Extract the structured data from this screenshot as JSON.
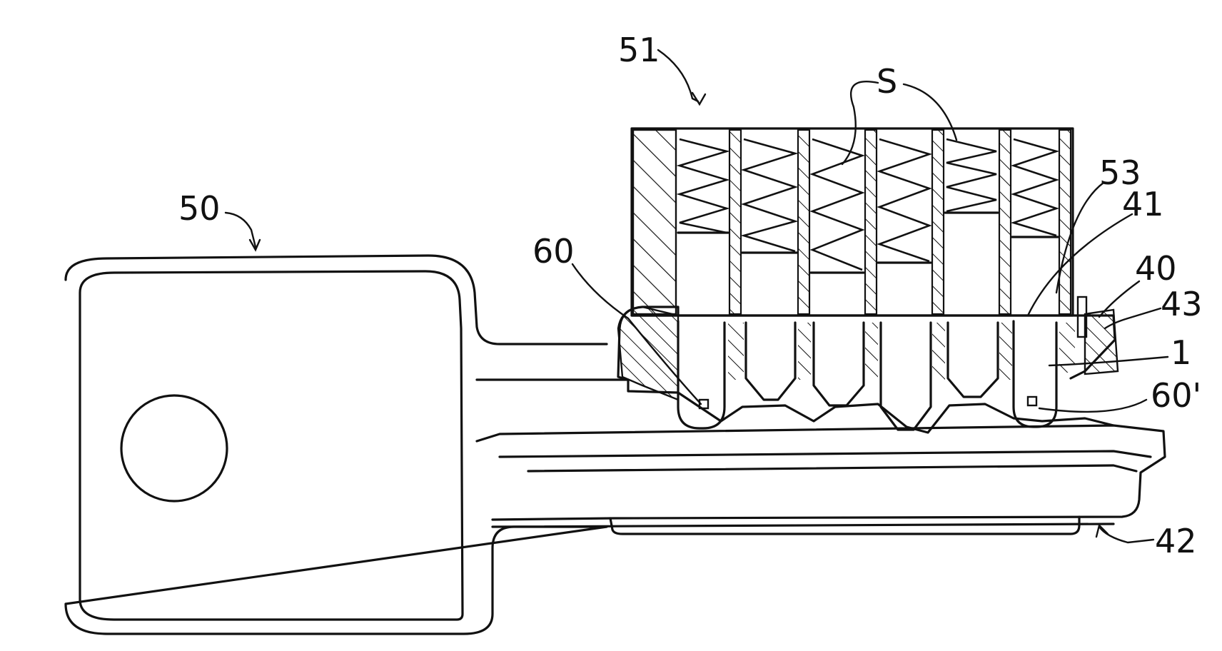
{
  "figure": {
    "labels": {
      "key": "50",
      "cylinder": "51",
      "springs": "S",
      "ref_53": "53",
      "ref_41": "41",
      "ref_40": "40",
      "ref_43": "43",
      "ref_1": "1",
      "ref_60": "60",
      "ref_60p": "60'",
      "ref_42": "42"
    },
    "colors": {
      "line": "#111111",
      "background": "#ffffff"
    }
  }
}
